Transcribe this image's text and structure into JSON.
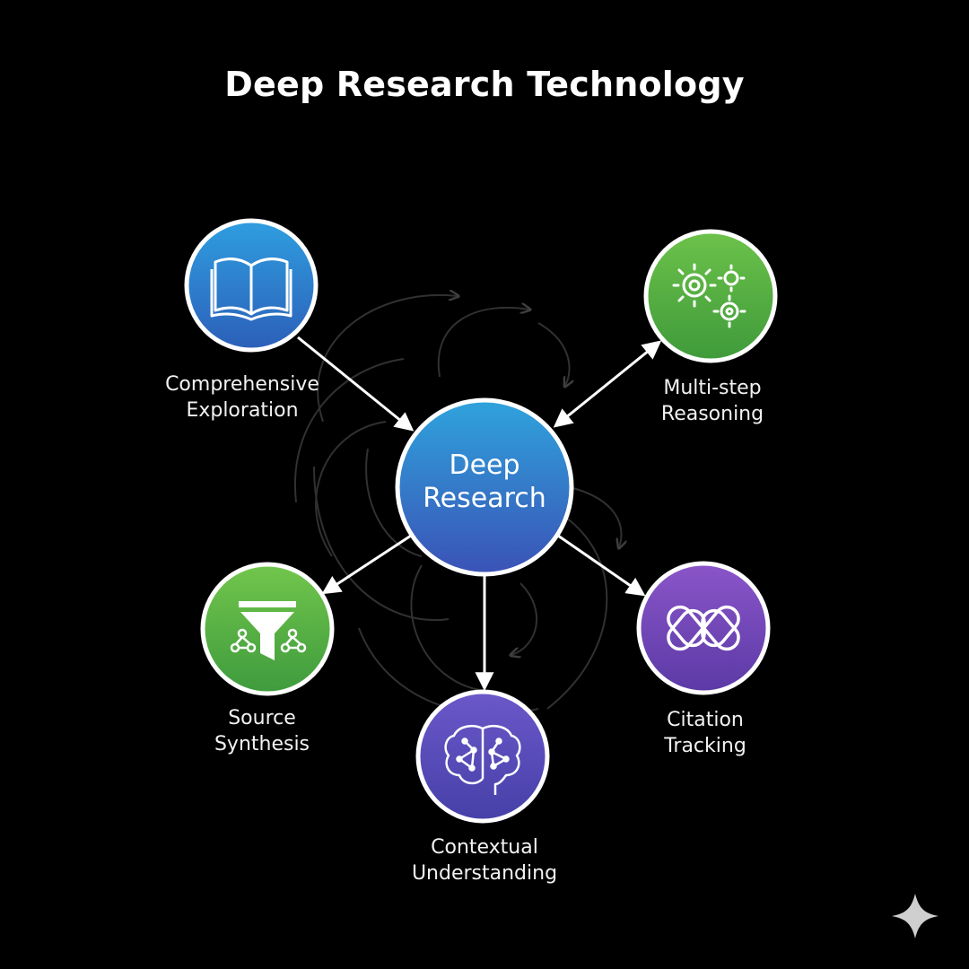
{
  "title": "Deep Research Technology",
  "center": {
    "line1": "Deep",
    "line2": "Research"
  },
  "nodes": [
    {
      "id": "comprehensive-exploration",
      "icon": "open-book-icon",
      "line1": "Comprehensive",
      "line2": "Exploration",
      "gradient": [
        "#2f9ee0",
        "#2c5fb8"
      ]
    },
    {
      "id": "multi-step-reasoning",
      "icon": "gears-icon",
      "line1": "Multi-step",
      "line2": "Reasoning",
      "gradient": [
        "#6cc24a",
        "#3f9a3a"
      ]
    },
    {
      "id": "source-synthesis",
      "icon": "funnel-network-icon",
      "line1": "Source",
      "line2": "Synthesis",
      "gradient": [
        "#72c64c",
        "#3e9b3d"
      ]
    },
    {
      "id": "citation-tracking",
      "icon": "chain-links-icon",
      "line1": "Citation",
      "line2": "Tracking",
      "gradient": [
        "#8a55c8",
        "#5b3aa6"
      ]
    },
    {
      "id": "contextual-understanding",
      "icon": "brain-network-icon",
      "line1": "Contextual",
      "line2": "Understanding",
      "gradient": [
        "#6b58c9",
        "#4640a8"
      ]
    }
  ],
  "colors": {
    "background": "#000000",
    "ring": "#ffffff",
    "arrow": "#ffffff",
    "center_top": "#2fa3dc",
    "center_bottom": "#3a52b6"
  }
}
